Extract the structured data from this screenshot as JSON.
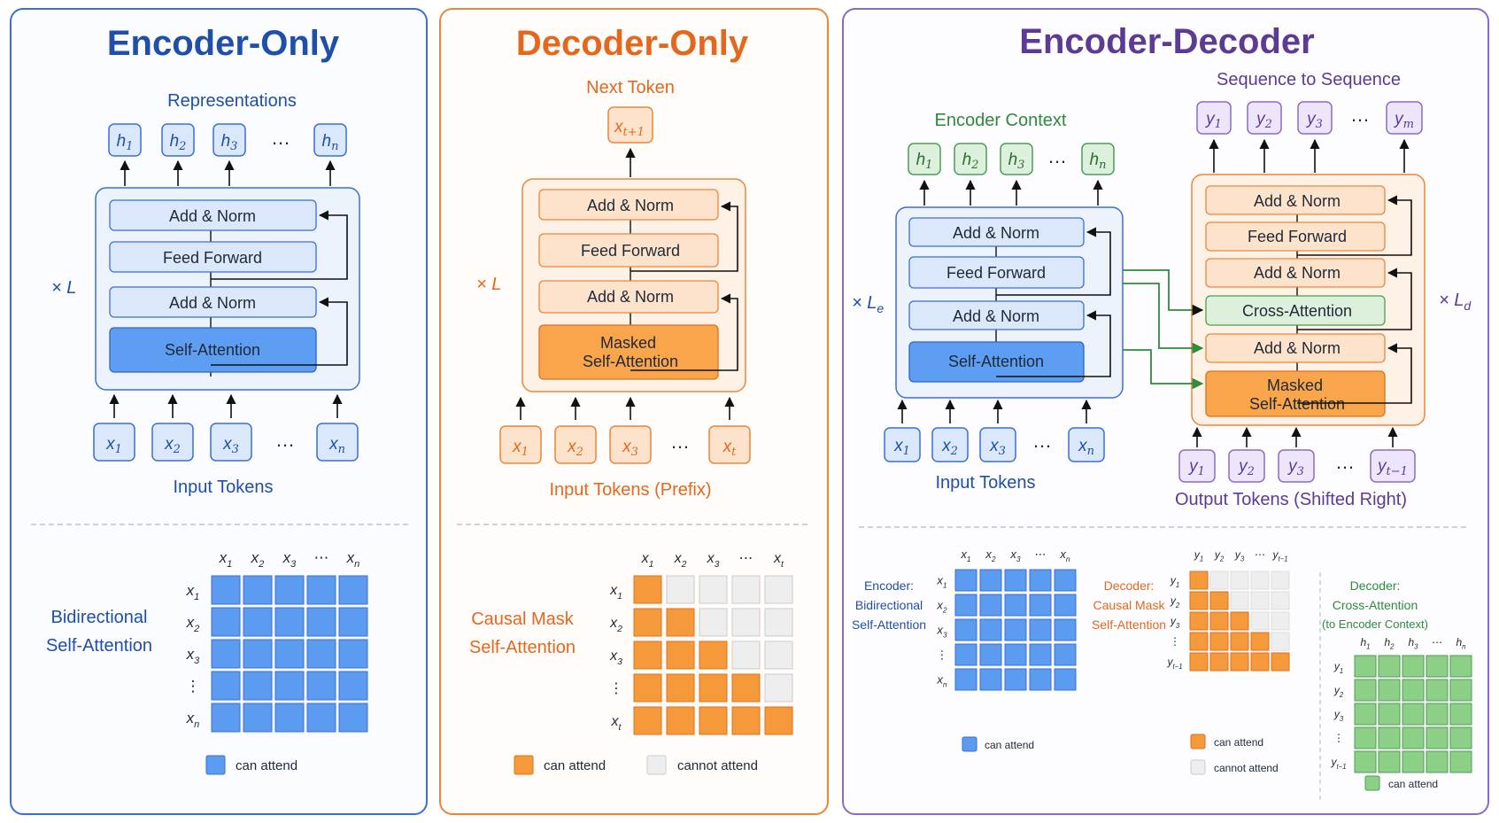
{
  "colors": {
    "blue": "#1f4fa8",
    "blue_fill": "#dbe8fb",
    "blue_dark_fill": "#5e9ef2",
    "blue_cell": "#5b9bf0",
    "orange": "#e3681e",
    "orange_fill": "#fde3cc",
    "orange_dark_fill": "#f9a54b",
    "orange_cell": "#f59a3b",
    "purple": "#5b3b94",
    "purple_fill": "#ede6fb",
    "green": "#2f8a3c",
    "green_fill": "#dcf0db",
    "green_cell": "#8ccf87",
    "grey_cell": "#eeeeee"
  },
  "encoder_only": {
    "title": "Encoder-Only",
    "top_label": "Representations",
    "outputs": [
      "h1",
      "h2",
      "h3",
      "…",
      "hn"
    ],
    "blocks": [
      "Add & Norm",
      "Feed Forward",
      "Add & Norm",
      "Self-Attention"
    ],
    "repeat": "× L",
    "inputs": [
      "x1",
      "x2",
      "x3",
      "…",
      "xn"
    ],
    "bottom_label": "Input Tokens",
    "mask_title": [
      "Bidirectional",
      "Self-Attention"
    ],
    "mask_cols": [
      "x1",
      "x2",
      "x3",
      "⋯",
      "xn"
    ],
    "mask_rows": [
      "x1",
      "x2",
      "x3",
      "⋮",
      "xn"
    ],
    "legend": [
      "can attend"
    ]
  },
  "decoder_only": {
    "title": "Decoder-Only",
    "top_label": "Next Token",
    "output": "xt+1",
    "blocks": [
      "Add & Norm",
      "Feed Forward",
      "Add & Norm",
      "Masked Self-Attention"
    ],
    "repeat": "× L",
    "inputs": [
      "x1",
      "x2",
      "x3",
      "…",
      "xt"
    ],
    "bottom_label": "Input Tokens (Prefix)",
    "mask_title": [
      "Causal Mask",
      "Self-Attention"
    ],
    "mask_cols": [
      "x1",
      "x2",
      "x3",
      "⋯",
      "xt"
    ],
    "mask_rows": [
      "x1",
      "x2",
      "x3",
      "⋮",
      "xt"
    ],
    "legend": [
      "can attend",
      "cannot attend"
    ]
  },
  "encoder_decoder": {
    "title": "Encoder-Decoder",
    "encoder_top_label": "Encoder Context",
    "decoder_top_label": "Sequence to Sequence",
    "encoder_outputs": [
      "h1",
      "h2",
      "h3",
      "…",
      "hn"
    ],
    "decoder_outputs": [
      "y1",
      "y2",
      "y3",
      "…",
      "ym"
    ],
    "encoder_blocks": [
      "Add & Norm",
      "Feed Forward",
      "Add & Norm",
      "Self-Attention"
    ],
    "decoder_blocks": [
      "Add & Norm",
      "Feed Forward",
      "Add & Norm",
      "Cross-Attention",
      "Add & Norm",
      "Masked Self-Attention"
    ],
    "encoder_repeat": "× Le",
    "decoder_repeat": "× Ld",
    "encoder_inputs": [
      "x1",
      "x2",
      "x3",
      "…",
      "xn"
    ],
    "decoder_inputs": [
      "y1",
      "y2",
      "y3",
      "…",
      "yt−1"
    ],
    "encoder_bottom_label": "Input Tokens",
    "decoder_bottom_label": "Output Tokens (Shifted Right)",
    "mask1": {
      "title": [
        "Encoder:",
        "Bidirectional",
        "Self-Attention"
      ],
      "cols": [
        "x1",
        "x2",
        "x3",
        "⋯",
        "xn"
      ],
      "rows": [
        "x1",
        "x2",
        "x3",
        "⋮",
        "xn"
      ],
      "legend": [
        "can attend"
      ]
    },
    "mask2": {
      "title": [
        "Decoder:",
        "Causal Mask",
        "Self-Attention"
      ],
      "cols": [
        "y1",
        "y2",
        "y3",
        "⋯",
        "yt−1"
      ],
      "rows": [
        "y1",
        "y2",
        "y3",
        "⋮",
        "yt−1"
      ],
      "legend": [
        "can attend",
        "cannot attend"
      ]
    },
    "mask3": {
      "title": [
        "Decoder:",
        "Cross-Attention",
        "(to Encoder Context)"
      ],
      "cols": [
        "h1",
        "h2",
        "h3",
        "⋯",
        "hn"
      ],
      "rows": [
        "y1",
        "y2",
        "y3",
        "⋮",
        "yt−1"
      ],
      "legend": [
        "can attend"
      ]
    }
  }
}
